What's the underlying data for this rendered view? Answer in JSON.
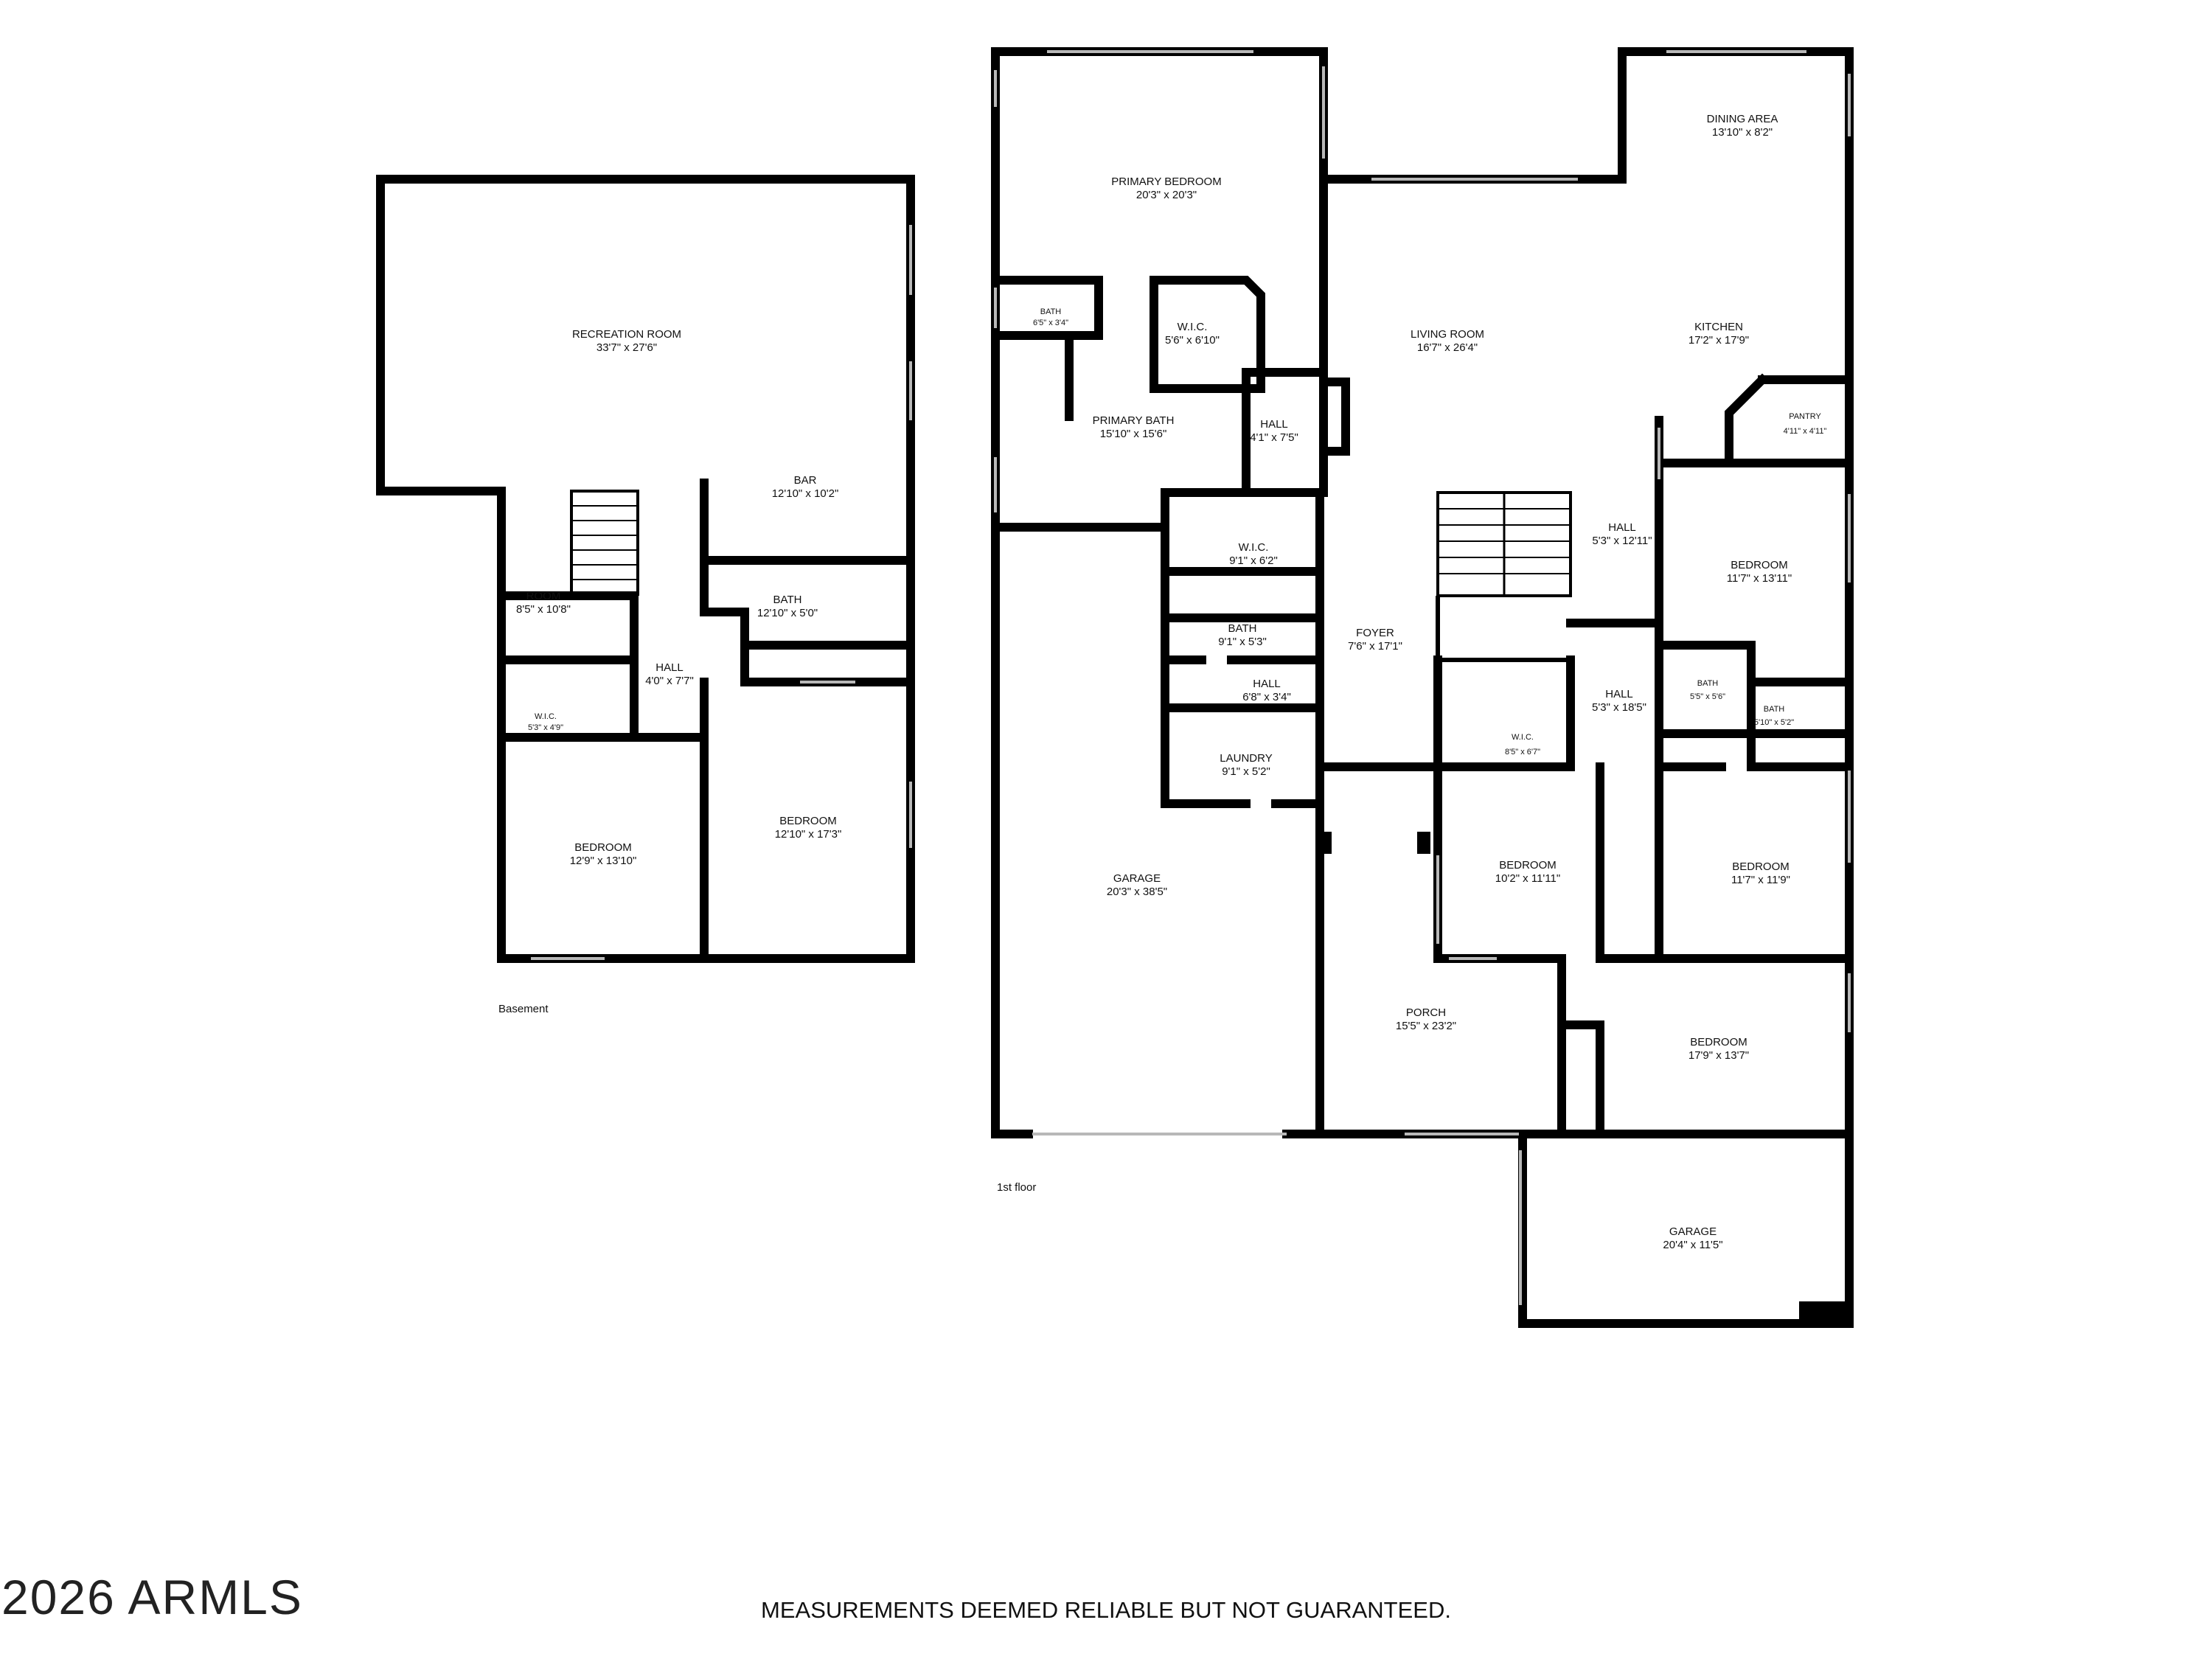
{
  "floors": {
    "basement": "Basement",
    "first": "1st floor"
  },
  "rooms": {
    "recreation_room": {
      "name": "RECREATION ROOM",
      "dims": "33'7\" x 27'6\""
    },
    "bar": {
      "name": "BAR",
      "dims": "12'10\" x 10'2\""
    },
    "basement_room": {
      "name": "ROOM",
      "dims": "8'5\" x 10'8\""
    },
    "basement_bath": {
      "name": "BATH",
      "dims": "12'10\" x 5'0\""
    },
    "basement_hall": {
      "name": "HALL",
      "dims": "4'0\" x 7'7\""
    },
    "basement_wic": {
      "name": "W.I.C.",
      "dims": "5'3\" x 4'9\""
    },
    "basement_bedroom_1": {
      "name": "BEDROOM",
      "dims": "12'9\" x 13'10\""
    },
    "basement_bedroom_2": {
      "name": "BEDROOM",
      "dims": "12'10\" x 17'3\""
    },
    "primary_bedroom": {
      "name": "PRIMARY BEDROOM",
      "dims": "20'3\" x 20'3\""
    },
    "primary_small_bath": {
      "name": "BATH",
      "dims": "6'5\" x 3'4\""
    },
    "primary_wic": {
      "name": "W.I.C.",
      "dims": "5'6\" x 6'10\""
    },
    "primary_bath": {
      "name": "PRIMARY BATH",
      "dims": "15'10\" x 15'6\""
    },
    "hall_primary": {
      "name": "HALL",
      "dims": "4'1\" x 7'5\""
    },
    "living_room": {
      "name": "LIVING ROOM",
      "dims": "16'7\" x 26'4\""
    },
    "kitchen": {
      "name": "KITCHEN",
      "dims": "17'2\" x 17'9\""
    },
    "dining_area": {
      "name": "DINING AREA",
      "dims": "13'10\" x 8'2\""
    },
    "pantry": {
      "name": "PANTRY",
      "dims": "4'11\" x 4'11\""
    },
    "wic_2": {
      "name": "W.I.C.",
      "dims": "9'1\" x 6'2\""
    },
    "bath_2": {
      "name": "BATH",
      "dims": "9'1\" x 5'3\""
    },
    "hall_2": {
      "name": "HALL",
      "dims": "6'8\" x 3'4\""
    },
    "laundry": {
      "name": "LAUNDRY",
      "dims": "9'1\" x 5'2\""
    },
    "foyer": {
      "name": "FOYER",
      "dims": "7'6\" x 17'1\""
    },
    "garage_main": {
      "name": "GARAGE",
      "dims": "20'3\" x 38'5\""
    },
    "hall_east_1": {
      "name": "HALL",
      "dims": "5'3\" x 12'11\""
    },
    "bedroom_ne": {
      "name": "BEDROOM",
      "dims": "11'7\" x 13'11\""
    },
    "bath_east_1": {
      "name": "BATH",
      "dims": "5'5\" x 5'6\""
    },
    "bath_east_2": {
      "name": "BATH",
      "dims": "5'10\" x 5'2\""
    },
    "hall_east_2": {
      "name": "HALL",
      "dims": "5'3\" x 18'5\""
    },
    "wic_3": {
      "name": "W.I.C.",
      "dims": "8'5\" x 6'7\""
    },
    "bedroom_mid": {
      "name": "BEDROOM",
      "dims": "10'2\" x 11'11\""
    },
    "bedroom_east": {
      "name": "BEDROOM",
      "dims": "11'7\" x 11'9\""
    },
    "porch": {
      "name": "PORCH",
      "dims": "15'5\" x 23'2\""
    },
    "bedroom_se": {
      "name": "BEDROOM",
      "dims": "17'9\" x 13'7\""
    },
    "garage_small": {
      "name": "GARAGE",
      "dims": "20'4\" x 11'5\""
    }
  },
  "footer": {
    "disclaimer": "MEASUREMENTS DEEMED RELIABLE BUT NOT GUARANTEED.",
    "copyright": "2026 ARMLS"
  }
}
